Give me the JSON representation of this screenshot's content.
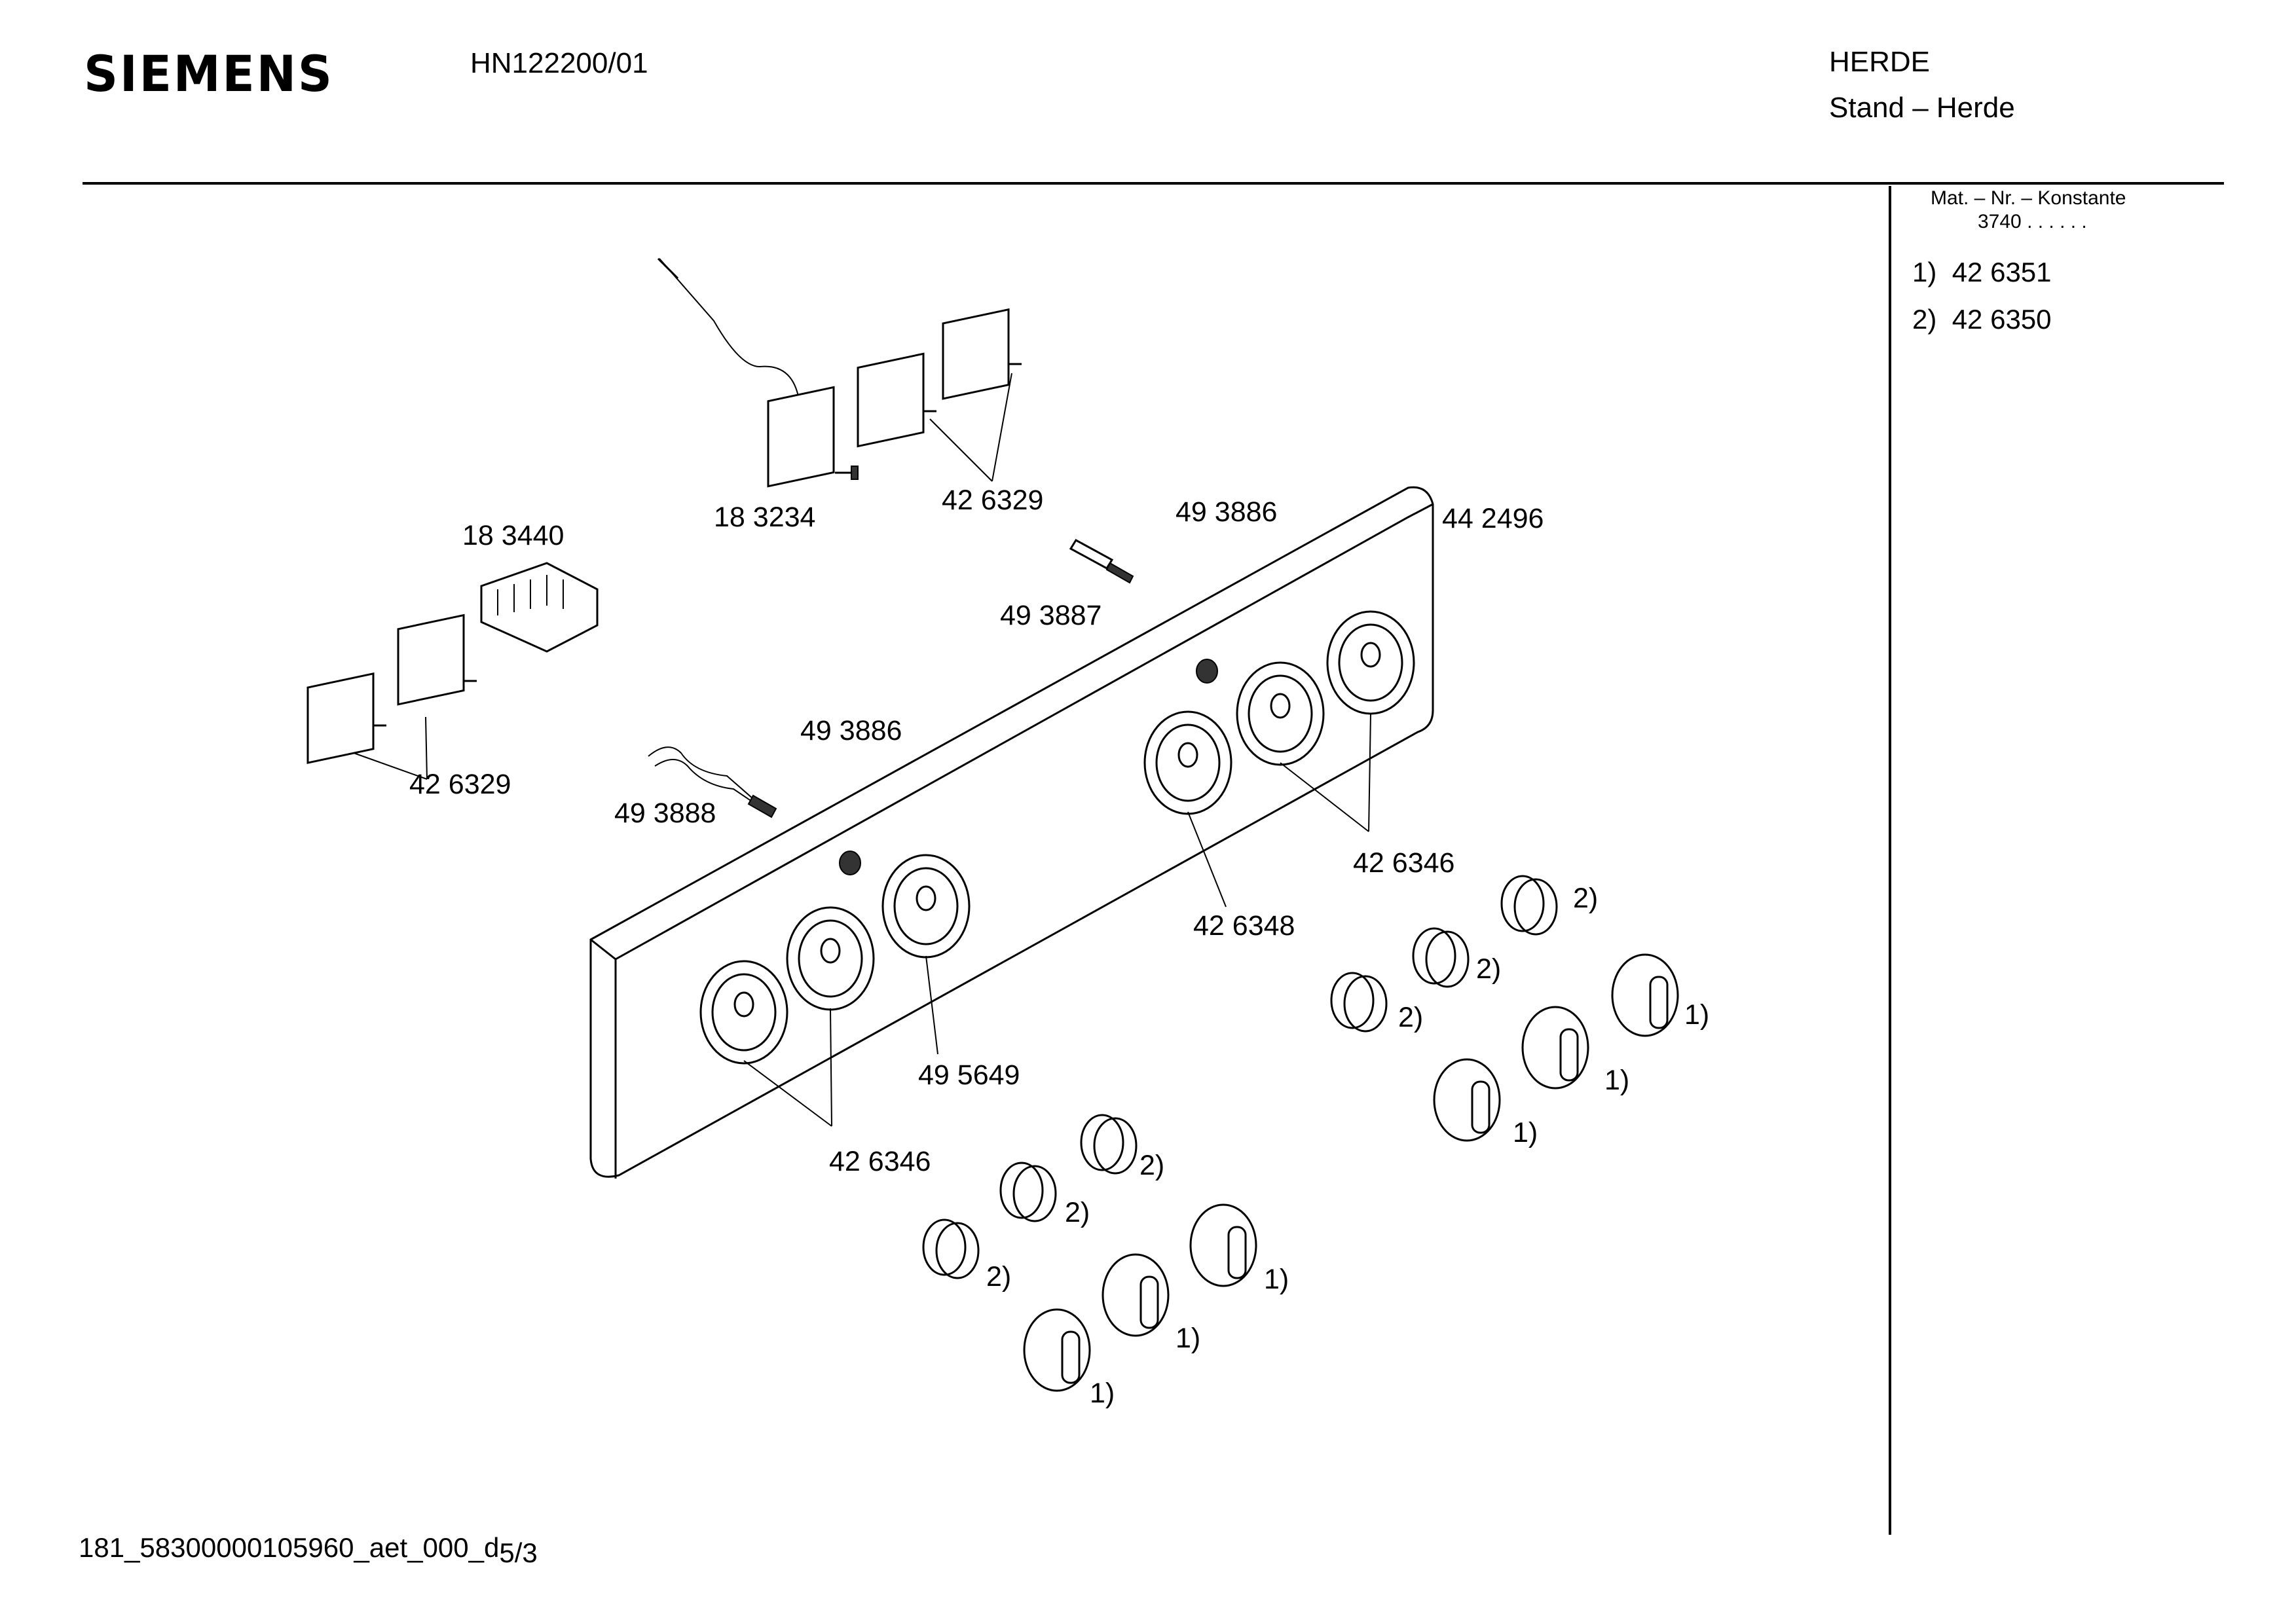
{
  "header": {
    "brand": "SIEMENS",
    "model": "HN122200/01",
    "category": "HERDE",
    "subcategory": "Stand – Herde"
  },
  "material_box": {
    "title": "Mat. – Nr. – Konstante",
    "value": "3740 . .   . . . .",
    "notes": [
      {
        "key": "1)",
        "part": "42 6351"
      },
      {
        "key": "2)",
        "part": "42 6350"
      }
    ]
  },
  "parts": {
    "p183234": "18 3234",
    "p426329_top": "42 6329",
    "p493886_top": "49 3886",
    "p442496": "44 2496",
    "p183440": "18 3440",
    "p493887": "49 3887",
    "p493886_mid": "49 3886",
    "p426329_left": "42 6329",
    "p493888": "49 3888",
    "p426346_right": "42 6346",
    "p426348": "42 6348",
    "p495649": "49 5649",
    "p426346_left": "42 6346"
  },
  "callouts": {
    "spring": "2)",
    "knob": "1)"
  },
  "footer": {
    "doc_id": "181_58300000105960_aet_000_d",
    "page": "5/3"
  }
}
